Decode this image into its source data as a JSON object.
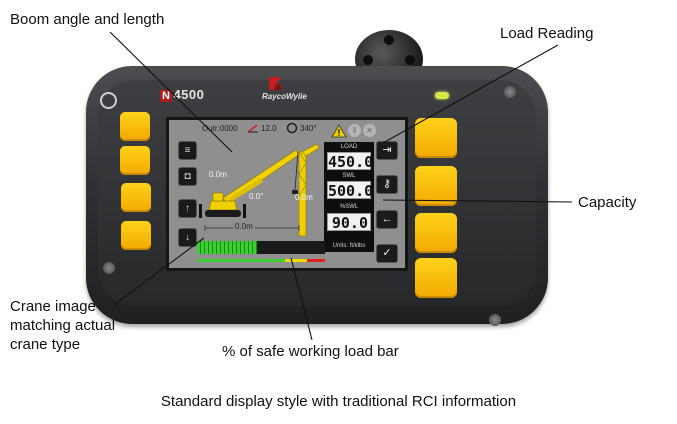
{
  "annotations": {
    "boom": "Boom angle and length",
    "load": "Load Reading",
    "capacity": "Capacity",
    "crane_image_lines": [
      "Crane image",
      "matching actual",
      "crane type"
    ],
    "swl_bar": "% of safe working load bar",
    "caption": "Standard display style with traditional RCI information"
  },
  "device": {
    "model": "4500",
    "model_mark": "N",
    "brand": "RaycoWylie"
  },
  "screen": {
    "status": {
      "outrigger": "Outr:0000",
      "boom_angle": "12.0",
      "slew_angle": "340°"
    },
    "crane": {
      "height_label": "0.0m",
      "length_label": "0.0m",
      "angle_label": "0.0°",
      "radius_label": "0.0m"
    },
    "readouts": {
      "load_label": "LOAD",
      "load_value": "450.0",
      "swl_label": "SWL",
      "swl_value": "500.0",
      "pct_label": "%SWL",
      "pct_value": "90.0",
      "units": "Units: ft/klbs"
    },
    "swl_percent": 90,
    "icons": {
      "left_buttons": [
        "menu-icon",
        "camera-icon",
        "arrow-up-icon",
        "arrow-down-icon"
      ],
      "right_buttons": [
        "exit-icon",
        "key-icon",
        "back-arrow-icon",
        "check-icon"
      ],
      "top": [
        "warning-icon",
        "pause-icon",
        "cancel-icon"
      ]
    }
  },
  "colors": {
    "key_yellow": "#f6b500",
    "boom_yellow": "#f0d000",
    "bar_green": "#3bcf33",
    "bar_yellow": "#f2d900",
    "bar_red": "#e02020"
  }
}
